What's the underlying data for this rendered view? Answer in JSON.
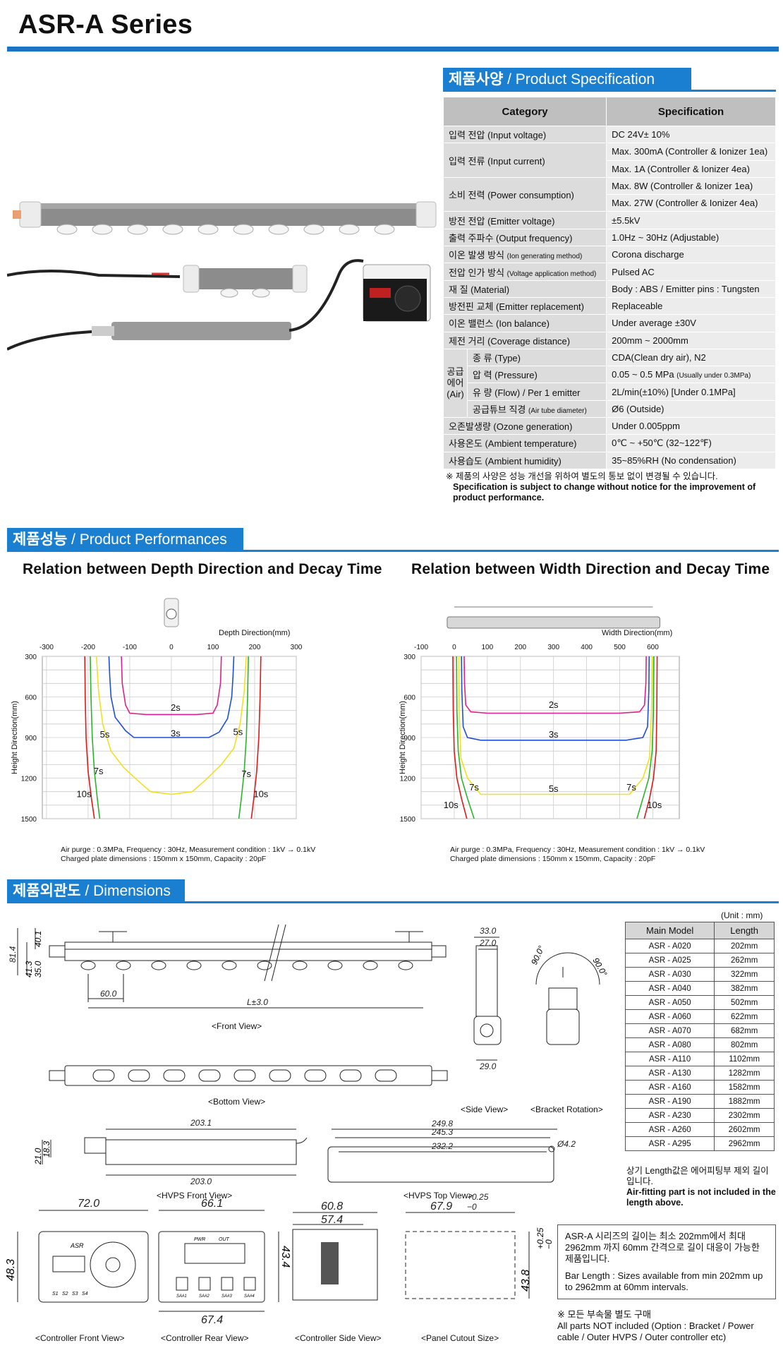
{
  "title": "ASR-A Series",
  "spec_section": {
    "ko": "제품사양",
    "en": "/ Product Specification"
  },
  "spec_table": {
    "headers": [
      "Category",
      "Specification"
    ],
    "rows": [
      {
        "cat": "입력 전압 (Input voltage)",
        "vals": [
          "DC 24V± 10%"
        ]
      },
      {
        "cat": "입력 전류 (Input current)",
        "vals": [
          "Max. 300mA (Controller & Ionizer 1ea)",
          "Max. 1A (Controller & Ionizer 4ea)"
        ]
      },
      {
        "cat": "소비 전력 (Power consumption)",
        "vals": [
          "Max. 8W (Controller & Ionizer 1ea)",
          "Max. 27W (Controller & Ionizer 4ea)"
        ]
      },
      {
        "cat": "방전 전압 (Emitter voltage)",
        "vals": [
          "±5.5kV"
        ]
      },
      {
        "cat": "출력 주파수 (Output frequency)",
        "vals": [
          "1.0Hz ~ 30Hz (Adjustable)"
        ]
      },
      {
        "cat": "이온 발생 방식",
        "cat_small": "(Ion generating method)",
        "vals": [
          "Corona discharge"
        ]
      },
      {
        "cat": "전압 인가 방식",
        "cat_small": "(Voltage application method)",
        "vals": [
          "Pulsed AC"
        ]
      },
      {
        "cat": "재 질 (Material)",
        "vals": [
          "Body : ABS / Emitter pins : Tungsten"
        ]
      },
      {
        "cat": "방전핀 교체 (Emitter replacement)",
        "vals": [
          "Replaceable"
        ]
      },
      {
        "cat": "이온 밸런스 (Ion balance)",
        "vals": [
          "Under average ±30V"
        ]
      },
      {
        "cat": "제전 거리 (Coverage distance)",
        "vals": [
          "200mm ~ 2000mm"
        ]
      }
    ],
    "air_group": "공급 에어 (Air)",
    "air_rows": [
      {
        "cat": "종 류 (Type)",
        "val": "CDA(Clean dry air), N2"
      },
      {
        "cat": "압 력 (Pressure)",
        "val": "0.05 ~ 0.5 MPa",
        "val_small": "(Usually under 0.3MPa)"
      },
      {
        "cat": "유 량 (Flow) / Per 1 emitter",
        "val": "2L/min(±10%) [Under 0.1MPa]"
      },
      {
        "cat": "공급튜브 직경",
        "cat_small": "(Air tube diameter)",
        "val": "Ø6 (Outside)"
      }
    ],
    "tail_rows": [
      {
        "cat": "오존발생량 (Ozone generation)",
        "val": "Under 0.005ppm"
      },
      {
        "cat": "사용온도 (Ambient temperature)",
        "val": "0℃ ~ +50℃ (32~122℉)"
      },
      {
        "cat": "사용습도 (Ambient humidity)",
        "val": "35~85%RH (No condensation)"
      }
    ]
  },
  "spec_note": {
    "ko": "※ 제품의 사양은 성능 개선을 위하여 별도의 통보 없이 변경될 수 있습니다.",
    "en": "Specification is subject to change without notice for the improvement of product performance."
  },
  "perf_section": {
    "ko": "제품성능",
    "en": "/ Product Performances"
  },
  "chart_data": [
    {
      "type": "line",
      "title": "Relation between Depth Direction and Decay Time",
      "xlabel": "Depth Direction(mm)",
      "ylabel": "Height Direction(mm)",
      "x_ticks": [
        -300,
        -200,
        -100,
        0,
        100,
        200,
        300
      ],
      "y_ticks": [
        300,
        600,
        900,
        1200,
        1500
      ],
      "xlim": [
        -310,
        300
      ],
      "ylim": [
        300,
        1500
      ],
      "series": [
        {
          "name": "2s",
          "color": "#e0208a",
          "x": [
            -120,
            -118,
            -110,
            -100,
            -60,
            0,
            60,
            100,
            110,
            118,
            120
          ],
          "y": [
            300,
            500,
            660,
            720,
            730,
            730,
            730,
            720,
            660,
            500,
            300
          ]
        },
        {
          "name": "3s",
          "color": "#1e4fd8",
          "x": [
            -150,
            -148,
            -145,
            -135,
            -110,
            -90,
            0,
            90,
            115,
            135,
            145,
            148,
            150
          ],
          "y": [
            300,
            450,
            600,
            750,
            850,
            900,
            900,
            900,
            860,
            760,
            600,
            450,
            300
          ]
        },
        {
          "name": "5s",
          "color": "#f0e020",
          "x": [
            -180,
            -175,
            -165,
            -145,
            -115,
            -80,
            -50,
            0,
            50,
            80,
            120,
            150,
            165,
            175,
            180
          ],
          "y": [
            300,
            560,
            800,
            1000,
            1120,
            1220,
            1300,
            1320,
            1300,
            1220,
            1100,
            980,
            800,
            560,
            300
          ]
        },
        {
          "name": "7s",
          "color": "#2ab52a",
          "x": [
            -195,
            -193,
            -190,
            -185,
            -178,
            -172
          ],
          "y": [
            300,
            600,
            900,
            1150,
            1350,
            1500
          ]
        },
        {
          "name": "7s",
          "color": "#2ab52a",
          "x": [
            185,
            183,
            180,
            175,
            168,
            162
          ],
          "y": [
            300,
            600,
            900,
            1150,
            1350,
            1500
          ]
        },
        {
          "name": "10s",
          "color": "#e01818",
          "x": [
            -208,
            -207,
            -205,
            -200,
            -192,
            -185
          ],
          "y": [
            300,
            600,
            900,
            1150,
            1350,
            1500
          ]
        },
        {
          "name": "10s",
          "color": "#e01818",
          "x": [
            215,
            213,
            210,
            205,
            198,
            192
          ],
          "y": [
            300,
            600,
            900,
            1150,
            1350,
            1500
          ]
        }
      ],
      "labels": [
        {
          "text": "2s",
          "x": 10,
          "y": 680
        },
        {
          "text": "3s",
          "x": 10,
          "y": 870
        },
        {
          "text": "5s",
          "x": -160,
          "y": 880
        },
        {
          "text": "5s",
          "x": 160,
          "y": 860
        },
        {
          "text": "7s",
          "x": -175,
          "y": 1150
        },
        {
          "text": "7s",
          "x": 180,
          "y": 1170
        },
        {
          "text": "10s",
          "x": -210,
          "y": 1320
        },
        {
          "text": "10s",
          "x": 215,
          "y": 1320
        }
      ],
      "footnote": [
        "Air purge : 0.3MPa, Frequency : 30Hz, Measurement condition : 1kV → 0.1kV",
        "Charged plate dimensions : 150mm x 150mm, Capacity : 20pF"
      ]
    },
    {
      "type": "line",
      "title": "Relation between Width Direction and Decay Time",
      "xlabel": "Width Direction(mm)",
      "ylabel": "Height Direction(mm)",
      "x_ticks": [
        -100,
        0,
        100,
        200,
        300,
        400,
        500,
        600
      ],
      "y_ticks": [
        300,
        600,
        900,
        1200,
        1500
      ],
      "xlim": [
        -100,
        680
      ],
      "ylim": [
        300,
        1500
      ],
      "series": [
        {
          "name": "2s",
          "color": "#e0208a",
          "x": [
            30,
            31,
            35,
            50,
            100,
            300,
            500,
            560,
            575,
            579,
            580
          ],
          "y": [
            300,
            500,
            660,
            710,
            720,
            720,
            720,
            710,
            660,
            500,
            300
          ]
        },
        {
          "name": "3s",
          "color": "#1e4fd8",
          "x": [
            22,
            23,
            27,
            40,
            80,
            300,
            520,
            570,
            584,
            588,
            589
          ],
          "y": [
            300,
            550,
            820,
            900,
            920,
            920,
            920,
            900,
            820,
            550,
            300
          ]
        },
        {
          "name": "5s",
          "color": "#f0e020",
          "x": [
            14,
            15,
            20,
            40,
            80,
            300,
            530,
            570,
            590,
            596,
            598
          ],
          "y": [
            300,
            700,
            1050,
            1200,
            1320,
            1320,
            1320,
            1200,
            1050,
            700,
            300
          ]
        },
        {
          "name": "7s",
          "color": "#2ab52a",
          "x": [
            7,
            8,
            12,
            22,
            40,
            60
          ],
          "y": [
            300,
            700,
            1000,
            1200,
            1350,
            1500
          ]
        },
        {
          "name": "7s",
          "color": "#2ab52a",
          "x": [
            603,
            602,
            598,
            588,
            570,
            552
          ],
          "y": [
            300,
            700,
            1000,
            1200,
            1350,
            1500
          ]
        },
        {
          "name": "10s",
          "color": "#e01818",
          "x": [
            -4,
            -3,
            0,
            8,
            22,
            38
          ],
          "y": [
            300,
            700,
            1000,
            1200,
            1350,
            1500
          ]
        },
        {
          "name": "10s",
          "color": "#e01818",
          "x": [
            613,
            612,
            610,
            602,
            590,
            574
          ],
          "y": [
            300,
            700,
            1000,
            1200,
            1350,
            1500
          ]
        }
      ],
      "labels": [
        {
          "text": "2s",
          "x": 300,
          "y": 660
        },
        {
          "text": "3s",
          "x": 300,
          "y": 880
        },
        {
          "text": "5s",
          "x": 300,
          "y": 1280
        },
        {
          "text": "7s",
          "x": 60,
          "y": 1270
        },
        {
          "text": "7s",
          "x": 535,
          "y": 1270
        },
        {
          "text": "10s",
          "x": -10,
          "y": 1400
        },
        {
          "text": "10s",
          "x": 605,
          "y": 1400
        }
      ],
      "footnote": [
        "Air purge : 0.3MPa, Frequency : 30Hz, Measurement condition : 1kV → 0.1kV",
        "Charged plate dimensions : 150mm x 150mm, Capacity : 20pF"
      ]
    }
  ],
  "dim_section": {
    "ko": "제품외관도",
    "en": "/ Dimensions"
  },
  "dim_unit": "(Unit : mm)",
  "dim_table": {
    "headers": [
      "Main Model",
      "Length"
    ],
    "rows": [
      [
        "ASR - A020",
        "202mm"
      ],
      [
        "ASR - A025",
        "262mm"
      ],
      [
        "ASR - A030",
        "322mm"
      ],
      [
        "ASR - A040",
        "382mm"
      ],
      [
        "ASR - A050",
        "502mm"
      ],
      [
        "ASR - A060",
        "622mm"
      ],
      [
        "ASR - A070",
        "682mm"
      ],
      [
        "ASR - A080",
        "802mm"
      ],
      [
        "ASR - A110",
        "1102mm"
      ],
      [
        "ASR - A130",
        "1282mm"
      ],
      [
        "ASR - A160",
        "1582mm"
      ],
      [
        "ASR - A190",
        "1882mm"
      ],
      [
        "ASR - A230",
        "2302mm"
      ],
      [
        "ASR - A260",
        "2602mm"
      ],
      [
        "ASR - A295",
        "2962mm"
      ]
    ]
  },
  "dim_note": {
    "ko": "상기 Length값은 에어피팅부 제외 길이 입니다.",
    "en": "Air-fitting part is not included in the length above."
  },
  "box_note": {
    "ko": "ASR-A 시리즈의 길이는 최소 202mm에서 최대 2962mm 까지 60mm 간격으로 길이 대응이 가능한 제품입니다.",
    "en": "Bar Length : Sizes available from min 202mm up to 2962mm at 60mm intervals."
  },
  "parts_note": {
    "ko": "※ 모든 부속물 별도 구매",
    "en": "All parts NOT included (Option : Bracket / Power cable / Outer HVPS / Outer controller etc)"
  },
  "view_labels": {
    "front": "<Front View>",
    "bottom": "<Bottom View>",
    "side": "<Side View>",
    "bracket": "<Bracket Rotation>",
    "hvps_front": "<HVPS Front View>",
    "hvps_top": "<HVPS Top View>",
    "ctrl_front": "<Controller Front View>",
    "ctrl_rear": "<Controller Rear View>",
    "ctrl_side": "<Controller Side View>",
    "panel": "<Panel Cutout Size>"
  },
  "dimension_values": {
    "front": [
      "81.4",
      "41.3",
      "35.0",
      "40.1",
      "60.0",
      "L±3.0"
    ],
    "side": [
      "33.0",
      "27.0",
      "29.0",
      "90.0°",
      "90.0°"
    ],
    "hvps_front": [
      "203.1",
      "21.0",
      "18.3",
      "203.0"
    ],
    "hvps_top": [
      "249.8",
      "245.3",
      "232.2",
      "Ø4.2"
    ],
    "ctrl_front": [
      "72.0",
      "48.3"
    ],
    "ctrl_rear": [
      "66.1",
      "43.4",
      "67.4"
    ],
    "ctrl_side": [
      "60.8",
      "57.4"
    ],
    "panel": [
      "67.9",
      "+0.25",
      "−0",
      "43.8",
      "+0.25",
      "−0"
    ]
  },
  "controller_front_text": [
    "ASR",
    "S1",
    "S2",
    "S3",
    "S4"
  ],
  "controller_rear_text": [
    "PWR",
    "OUT",
    "SA#1",
    "SA#2",
    "SA#3",
    "SA#4"
  ]
}
